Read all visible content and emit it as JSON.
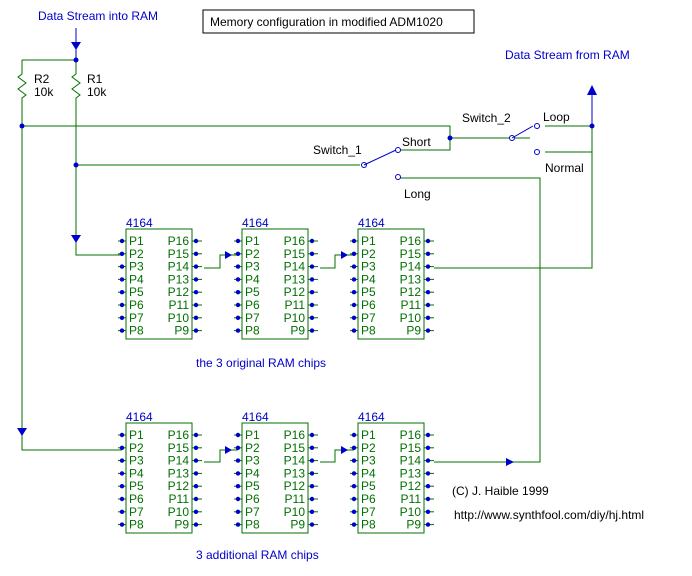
{
  "title": "Memory configuration in modified ADM1020",
  "labels": {
    "data_in": "Data Stream into RAM",
    "data_out": "Data Stream from RAM",
    "r2_name": "R2",
    "r2_value": "10k",
    "r1_name": "R1",
    "r1_value": "10k",
    "switch1": "Switch_1",
    "switch2": "Switch_2",
    "short": "Short",
    "long": "Long",
    "loop": "Loop",
    "normal": "Normal",
    "row1_caption": "the 3 original RAM chips",
    "row2_caption": "3 additional RAM chips",
    "copyright": "(C)  J. Haible 1999",
    "url": "http://www.synthfool.com/diy/hj.html"
  },
  "chip_part": "4164",
  "left_pins": [
    "P1",
    "P2",
    "P3",
    "P4",
    "P5",
    "P6",
    "P7",
    "P8"
  ],
  "right_pins": [
    "P16",
    "P15",
    "P14",
    "P13",
    "P12",
    "P11",
    "P10",
    "P9"
  ],
  "colors": {
    "wire": "#007000",
    "label": "#0000cc",
    "node": "#0000cc"
  }
}
